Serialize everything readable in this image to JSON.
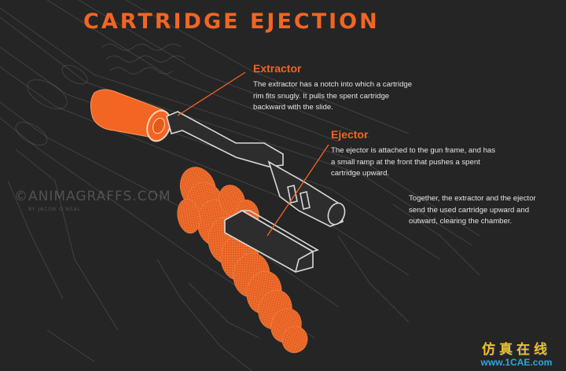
{
  "title": "CARTRIDGE EJECTION",
  "extractor": {
    "heading": "Extractor",
    "lines": [
      "The extractor has a notch into which a cartridge",
      "rim fits snugly. It pulls the spent cartridge",
      "backward with the slide."
    ]
  },
  "ejector": {
    "heading": "Ejector",
    "lines": [
      "The ejector is attached to the gun frame, and has",
      "a small ramp at the front that pushes a spent",
      "cartridge upward."
    ]
  },
  "summary": {
    "lines": [
      "Together, the extractor and the ejector",
      "send the used cartridge upward and",
      "outward, clearing the chamber."
    ]
  },
  "watermark": {
    "brand": "©ANIMAGRAFFS.COM",
    "byline": "BY JACOB O'NEAL"
  },
  "corner_logo": {
    "chinese": "仿真在线",
    "url": "www.1CAE.com"
  },
  "colors": {
    "background": "#252525",
    "accent": "#f26522",
    "text": "#e4e4e4",
    "outline": "#d8d8d8"
  }
}
